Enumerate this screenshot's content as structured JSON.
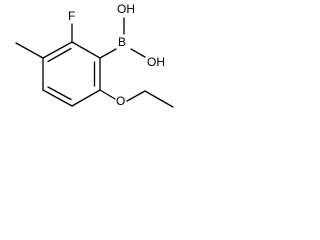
{
  "molecule": {
    "labels": {
      "fluorine": "F",
      "boron": "B",
      "hydroxyl_top": "OH",
      "hydroxyl_bottom": "OH",
      "ether_oxygen": "O"
    }
  },
  "colors": {
    "bond": "#000000",
    "label": "#000000",
    "background": "#ffffff"
  }
}
